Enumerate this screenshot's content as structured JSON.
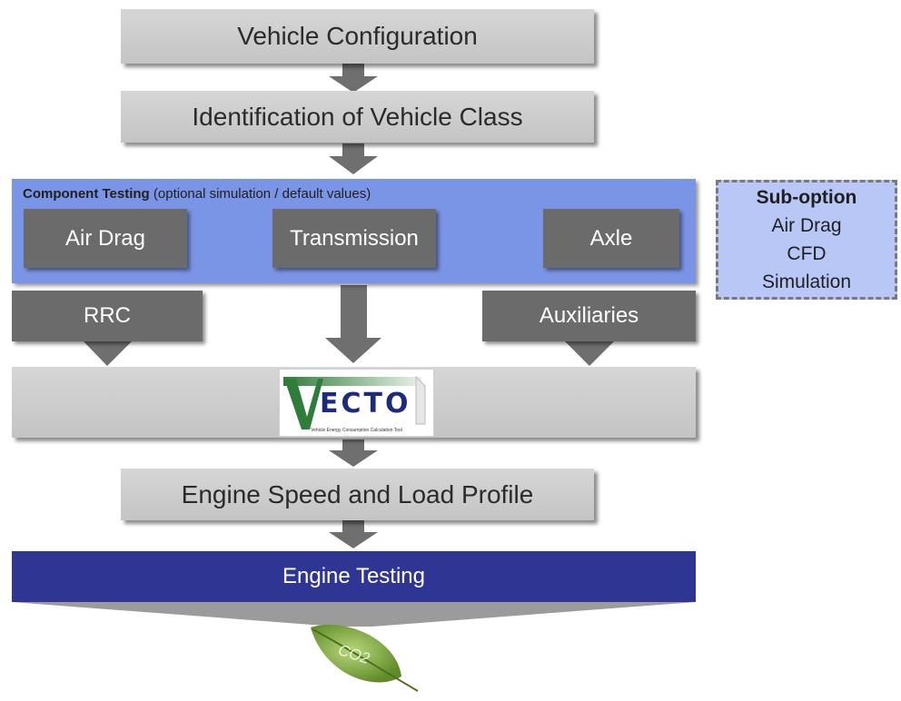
{
  "steps": {
    "vehicle_configuration": "Vehicle Configuration",
    "identification": "Identification of Vehicle Class",
    "engine_speed_profile": "Engine Speed and Load Profile",
    "engine_testing": "Engine Testing"
  },
  "component_testing": {
    "caption_bold": "Component Testing",
    "caption_rest": " (optional simulation / default values)",
    "items": [
      "Air Drag",
      "Transmission",
      "Axle"
    ]
  },
  "side_inputs": {
    "rrc": "RRC",
    "auxiliaries": "Auxiliaries"
  },
  "sub_option": {
    "header": "Sub-option",
    "lines": [
      "Air Drag",
      "CFD",
      "Simulation"
    ]
  },
  "vecto_logo": {
    "word": "ECTO",
    "subtitle": "Vehicle Energy Consumption Calculation Tool"
  },
  "co2_leaf": {
    "label": "CO2"
  },
  "colors": {
    "light_box": "#cfcfcf",
    "dark_box": "#6b6b6b",
    "component_panel": "#7b95e6",
    "sub_option_bg": "#b9c7f7",
    "engine_testing": "#2e3593",
    "arrow": "#6f6f6f",
    "leaf": "#7ea83a"
  }
}
